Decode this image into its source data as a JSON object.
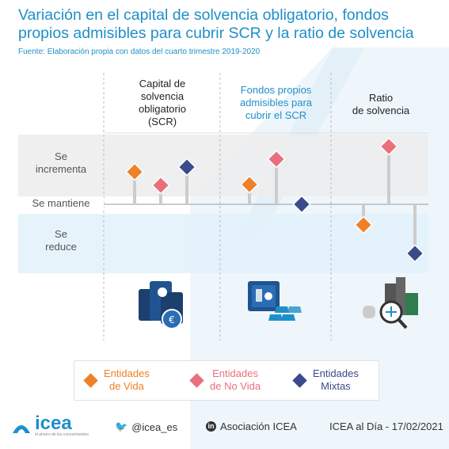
{
  "title": "Variación en el capital de solvencia obligatorio, fondos propios admisibles para cubrir SCR y la ratio de solvencia",
  "source": "Fuente: Elaboración propia con datos del cuarto trimestre 2019-2020",
  "colors": {
    "vida": "#ef8128",
    "no_vida": "#e8707d",
    "mixtas": "#3b4a8b",
    "accent": "#1f8fc9"
  },
  "chart_data": {
    "type": "scatter",
    "columns": [
      {
        "key": "scr",
        "label": "Capital de\nsolvencia\nobligatorio\n(SCR)",
        "color": "#222222",
        "icon": "coin-stacks-icon"
      },
      {
        "key": "fondos",
        "label": "Fondos propios\nadmisibles para\ncubrir el SCR",
        "color": "#1f8fc9",
        "icon": "safe-gold-bars-icon"
      },
      {
        "key": "ratio",
        "label": "Ratio\nde solvencia",
        "color": "#222222",
        "icon": "buildings-scale-icon"
      }
    ],
    "rows": [
      {
        "key": "incrementa",
        "label": "Se\nincrementa"
      },
      {
        "key": "mantiene",
        "label": "Se mantiene"
      },
      {
        "key": "reduce",
        "label": "Se\nreduce"
      }
    ],
    "series": [
      {
        "name": "Entidades de Vida",
        "legend_label": "Entidades\nde Vida",
        "color": "#ef8128",
        "values": {
          "scr": "incrementa",
          "fondos": "incrementa",
          "ratio": "reduce"
        }
      },
      {
        "name": "Entidades de No Vida",
        "legend_label": "Entidades\nde No Vida",
        "color": "#e8707d",
        "values": {
          "scr": "incrementa",
          "fondos": "incrementa",
          "ratio": "incrementa"
        }
      },
      {
        "name": "Entidades Mixtas",
        "legend_label": "Entidades\nMixtas",
        "color": "#3b4a8b",
        "values": {
          "scr": "incrementa",
          "fondos": "mantiene",
          "ratio": "reduce"
        }
      }
    ]
  },
  "footer": {
    "logo_text": "icea",
    "logo_sub": "el ahorro de los conocimientos",
    "twitter": "@icea_es",
    "linkedin": "Asociación ICEA",
    "date": "ICEA al Día - 17/02/2021"
  }
}
